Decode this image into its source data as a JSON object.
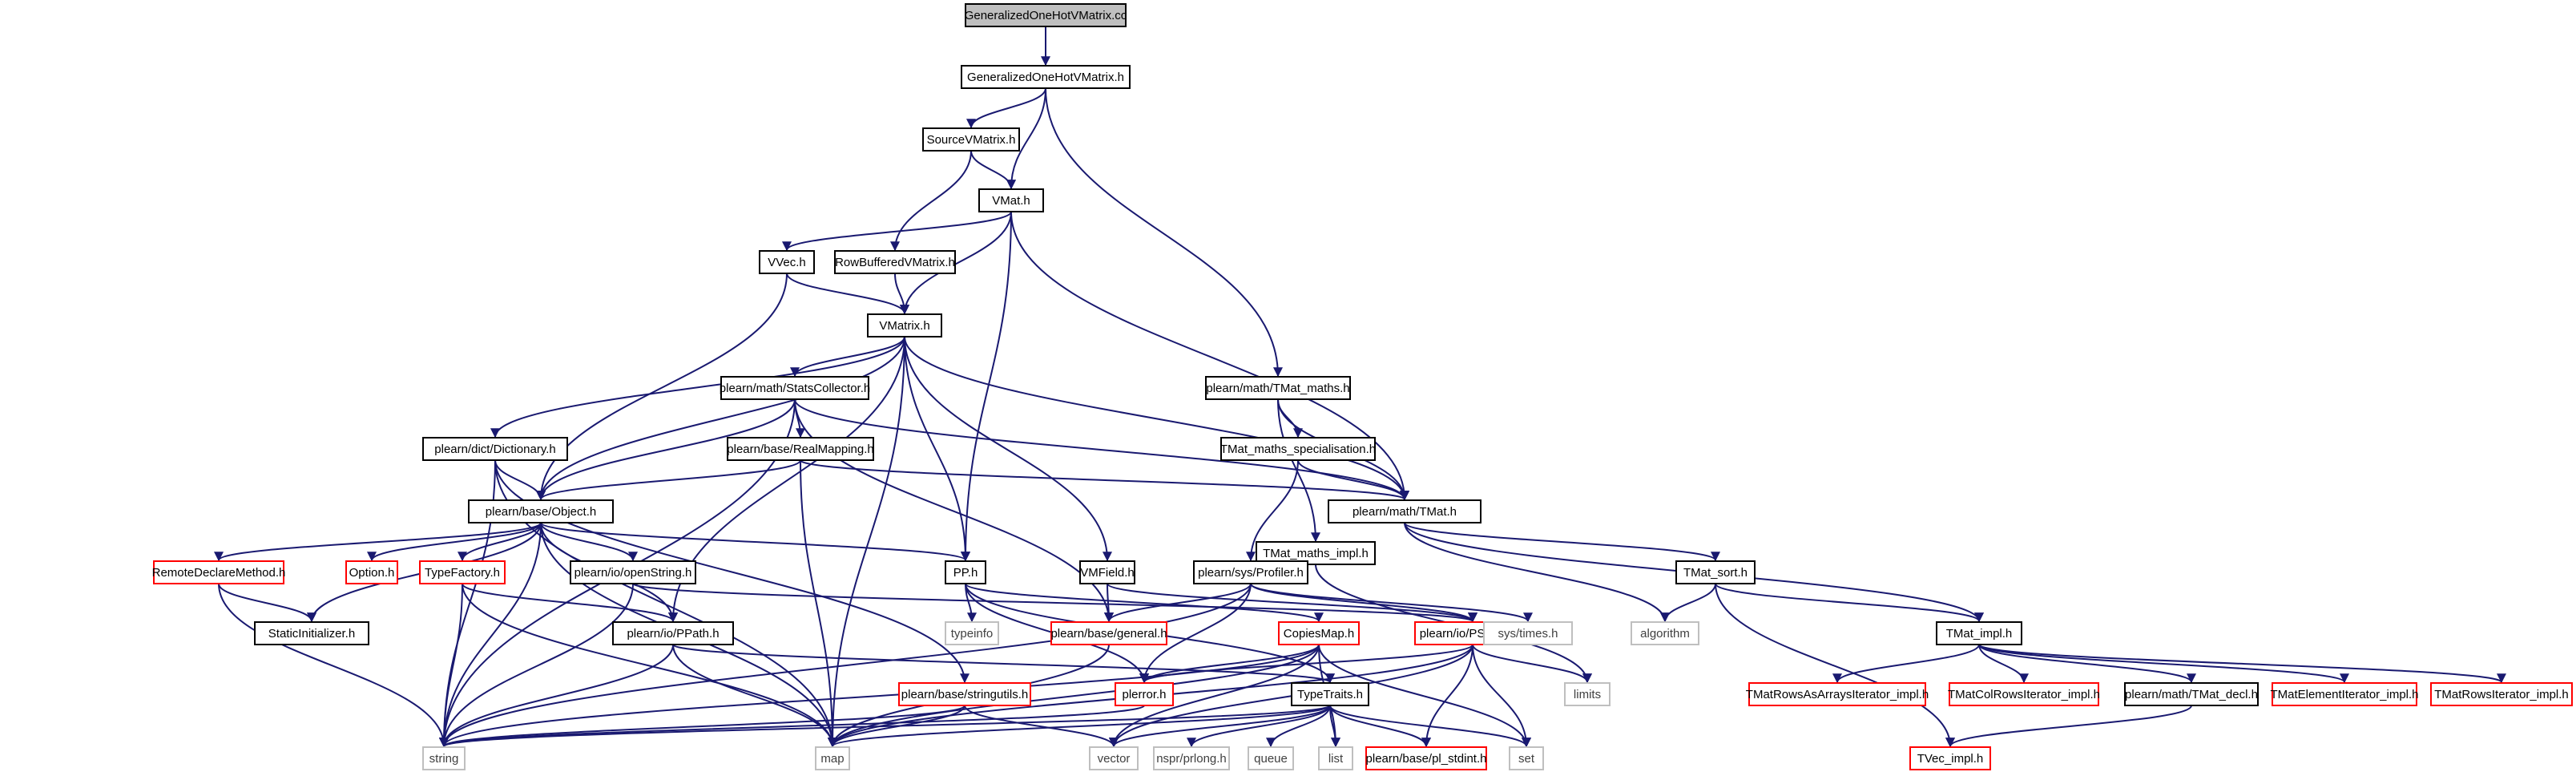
{
  "graph": {
    "nodes": [
      {
        "id": "root",
        "label": "GeneralizedOneHotVMatrix.cc",
        "kind": "root"
      },
      {
        "id": "gen_h",
        "label": "GeneralizedOneHotVMatrix.h",
        "kind": "normal"
      },
      {
        "id": "source",
        "label": "SourceVMatrix.h",
        "kind": "normal"
      },
      {
        "id": "vmat",
        "label": "VMat.h",
        "kind": "normal"
      },
      {
        "id": "vvec",
        "label": "VVec.h",
        "kind": "normal"
      },
      {
        "id": "rowbuf",
        "label": "RowBufferedVMatrix.h",
        "kind": "normal"
      },
      {
        "id": "vmatrix",
        "label": "VMatrix.h",
        "kind": "normal"
      },
      {
        "id": "stats",
        "label": "plearn/math/StatsCollector.h",
        "kind": "normal"
      },
      {
        "id": "tmatmaths",
        "label": "plearn/math/TMat_maths.h",
        "kind": "normal"
      },
      {
        "id": "dict",
        "label": "plearn/dict/Dictionary.h",
        "kind": "normal"
      },
      {
        "id": "realmap",
        "label": "plearn/base/RealMapping.h",
        "kind": "normal"
      },
      {
        "id": "tmspec",
        "label": "TMat_maths_specialisation.h",
        "kind": "normal"
      },
      {
        "id": "object",
        "label": "plearn/base/Object.h",
        "kind": "normal"
      },
      {
        "id": "tmat",
        "label": "plearn/math/TMat.h",
        "kind": "normal"
      },
      {
        "id": "tmimpl",
        "label": "TMat_maths_impl.h",
        "kind": "normal"
      },
      {
        "id": "remote",
        "label": "RemoteDeclareMethod.h",
        "kind": "truncated"
      },
      {
        "id": "option",
        "label": "Option.h",
        "kind": "truncated"
      },
      {
        "id": "typefac",
        "label": "TypeFactory.h",
        "kind": "truncated"
      },
      {
        "id": "openstr",
        "label": "plearn/io/openString.h",
        "kind": "normal"
      },
      {
        "id": "pp",
        "label": "PP.h",
        "kind": "normal"
      },
      {
        "id": "vmfield",
        "label": "VMField.h",
        "kind": "normal"
      },
      {
        "id": "profiler",
        "label": "plearn/sys/Profiler.h",
        "kind": "normal"
      },
      {
        "id": "tmsort",
        "label": "TMat_sort.h",
        "kind": "normal"
      },
      {
        "id": "static",
        "label": "StaticInitializer.h",
        "kind": "normal"
      },
      {
        "id": "ppath",
        "label": "plearn/io/PPath.h",
        "kind": "normal"
      },
      {
        "id": "typeinfo",
        "label": "typeinfo",
        "kind": "system"
      },
      {
        "id": "general",
        "label": "plearn/base/general.h",
        "kind": "truncated"
      },
      {
        "id": "copies",
        "label": "CopiesMap.h",
        "kind": "truncated"
      },
      {
        "id": "pstream",
        "label": "plearn/io/PStream.h",
        "kind": "truncated"
      },
      {
        "id": "systimes",
        "label": "sys/times.h",
        "kind": "system"
      },
      {
        "id": "algorithm",
        "label": "algorithm",
        "kind": "system"
      },
      {
        "id": "tmatimpl",
        "label": "TMat_impl.h",
        "kind": "normal"
      },
      {
        "id": "limits",
        "label": "limits",
        "kind": "system"
      },
      {
        "id": "stringutils",
        "label": "plearn/base/stringutils.h",
        "kind": "truncated"
      },
      {
        "id": "plerror",
        "label": "plerror.h",
        "kind": "truncated"
      },
      {
        "id": "typetraits",
        "label": "TypeTraits.h",
        "kind": "normal"
      },
      {
        "id": "tmrows_arr",
        "label": "TMatRowsAsArraysIterator_impl.h",
        "kind": "truncated"
      },
      {
        "id": "tmcol",
        "label": "TMatColRowsIterator_impl.h",
        "kind": "truncated"
      },
      {
        "id": "tmdecl",
        "label": "plearn/math/TMat_decl.h",
        "kind": "normal"
      },
      {
        "id": "tmelem",
        "label": "TMatElementIterator_impl.h",
        "kind": "truncated"
      },
      {
        "id": "tmrows",
        "label": "TMatRowsIterator_impl.h",
        "kind": "truncated"
      },
      {
        "id": "string",
        "label": "string",
        "kind": "system"
      },
      {
        "id": "map",
        "label": "map",
        "kind": "system"
      },
      {
        "id": "vector",
        "label": "vector",
        "kind": "system"
      },
      {
        "id": "nspr",
        "label": "nspr/prlong.h",
        "kind": "system"
      },
      {
        "id": "queue",
        "label": "queue",
        "kind": "system"
      },
      {
        "id": "list",
        "label": "list",
        "kind": "system"
      },
      {
        "id": "stdint",
        "label": "plearn/base/pl_stdint.h",
        "kind": "truncated"
      },
      {
        "id": "set",
        "label": "set",
        "kind": "system"
      },
      {
        "id": "tvecimpl",
        "label": "TVec_impl.h",
        "kind": "truncated"
      }
    ],
    "edges": [
      [
        "root",
        "gen_h"
      ],
      [
        "gen_h",
        "source"
      ],
      [
        "gen_h",
        "vmat"
      ],
      [
        "gen_h",
        "tmatmaths"
      ],
      [
        "source",
        "vmat"
      ],
      [
        "source",
        "rowbuf"
      ],
      [
        "vmat",
        "vvec"
      ],
      [
        "vmat",
        "vmatrix"
      ],
      [
        "vmat",
        "pp"
      ],
      [
        "vmat",
        "tmat"
      ],
      [
        "vvec",
        "vmatrix"
      ],
      [
        "vvec",
        "object"
      ],
      [
        "rowbuf",
        "vmatrix"
      ],
      [
        "vmatrix",
        "stats"
      ],
      [
        "vmatrix",
        "dict"
      ],
      [
        "vmatrix",
        "object"
      ],
      [
        "vmatrix",
        "ppath"
      ],
      [
        "vmatrix",
        "pp"
      ],
      [
        "vmatrix",
        "vmfield"
      ],
      [
        "vmatrix",
        "map"
      ],
      [
        "vmatrix",
        "tmat"
      ],
      [
        "stats",
        "realmap"
      ],
      [
        "stats",
        "object"
      ],
      [
        "stats",
        "tmat"
      ],
      [
        "stats",
        "general"
      ],
      [
        "stats",
        "string"
      ],
      [
        "tmatmaths",
        "tmspec"
      ],
      [
        "tmatmaths",
        "tmat"
      ],
      [
        "tmatmaths",
        "tmimpl"
      ],
      [
        "dict",
        "object"
      ],
      [
        "dict",
        "stringutils"
      ],
      [
        "dict",
        "string"
      ],
      [
        "dict",
        "map"
      ],
      [
        "realmap",
        "object"
      ],
      [
        "realmap",
        "tmat"
      ],
      [
        "realmap",
        "map"
      ],
      [
        "tmspec",
        "tmat"
      ],
      [
        "tmspec",
        "profiler"
      ],
      [
        "object",
        "remote"
      ],
      [
        "object",
        "option"
      ],
      [
        "object",
        "typefac"
      ],
      [
        "object",
        "openstr"
      ],
      [
        "object",
        "pp"
      ],
      [
        "object",
        "static"
      ],
      [
        "object",
        "ppath"
      ],
      [
        "object",
        "map"
      ],
      [
        "object",
        "string"
      ],
      [
        "tmat",
        "tmsort"
      ],
      [
        "tmat",
        "tmatimpl"
      ],
      [
        "tmat",
        "algorithm"
      ],
      [
        "tmimpl",
        "profiler"
      ],
      [
        "tmimpl",
        "limits"
      ],
      [
        "remote",
        "static"
      ],
      [
        "remote",
        "string"
      ],
      [
        "typefac",
        "ppath"
      ],
      [
        "typefac",
        "string"
      ],
      [
        "typefac",
        "map"
      ],
      [
        "openstr",
        "pstream"
      ],
      [
        "openstr",
        "string"
      ],
      [
        "pp",
        "typeinfo"
      ],
      [
        "pp",
        "copies"
      ],
      [
        "pp",
        "plerror"
      ],
      [
        "pp",
        "typetraits"
      ],
      [
        "vmfield",
        "general"
      ],
      [
        "vmfield",
        "pstream"
      ],
      [
        "profiler",
        "general"
      ],
      [
        "profiler",
        "systimes"
      ],
      [
        "profiler",
        "pstream"
      ],
      [
        "profiler",
        "plerror"
      ],
      [
        "profiler",
        "string"
      ],
      [
        "tmsort",
        "algorithm"
      ],
      [
        "tmsort",
        "tmatimpl"
      ],
      [
        "tmsort",
        "tvecimpl"
      ],
      [
        "ppath",
        "typetraits"
      ],
      [
        "ppath",
        "map"
      ],
      [
        "ppath",
        "string"
      ],
      [
        "general",
        "map"
      ],
      [
        "copies",
        "plerror"
      ],
      [
        "copies",
        "string"
      ],
      [
        "copies",
        "map"
      ],
      [
        "copies",
        "vector"
      ],
      [
        "copies",
        "set"
      ],
      [
        "copies",
        "list"
      ],
      [
        "pstream",
        "plerror"
      ],
      [
        "pstream",
        "limits"
      ],
      [
        "pstream",
        "stdint"
      ],
      [
        "pstream",
        "set"
      ],
      [
        "pstream",
        "map"
      ],
      [
        "pstream",
        "vector"
      ],
      [
        "tmatimpl",
        "tmrows_arr"
      ],
      [
        "tmatimpl",
        "tmcol"
      ],
      [
        "tmatimpl",
        "tmdecl"
      ],
      [
        "tmatimpl",
        "tmelem"
      ],
      [
        "tmatimpl",
        "tmrows"
      ],
      [
        "stringutils",
        "string"
      ],
      [
        "stringutils",
        "map"
      ],
      [
        "stringutils",
        "vector"
      ],
      [
        "plerror",
        "string"
      ],
      [
        "typetraits",
        "string"
      ],
      [
        "typetraits",
        "map"
      ],
      [
        "typetraits",
        "vector"
      ],
      [
        "typetraits",
        "nspr"
      ],
      [
        "typetraits",
        "queue"
      ],
      [
        "typetraits",
        "list"
      ],
      [
        "typetraits",
        "stdint"
      ],
      [
        "typetraits",
        "set"
      ],
      [
        "tmdecl",
        "tvecimpl"
      ]
    ]
  },
  "colors": {
    "edge": "#191970",
    "border_normal": "#000000",
    "border_truncated": "#ff0000",
    "border_system": "#bfbfbf",
    "root_fill": "#bfbfbf",
    "fill": "#ffffff",
    "text_normal": "#000000",
    "text_system": "#404040"
  }
}
